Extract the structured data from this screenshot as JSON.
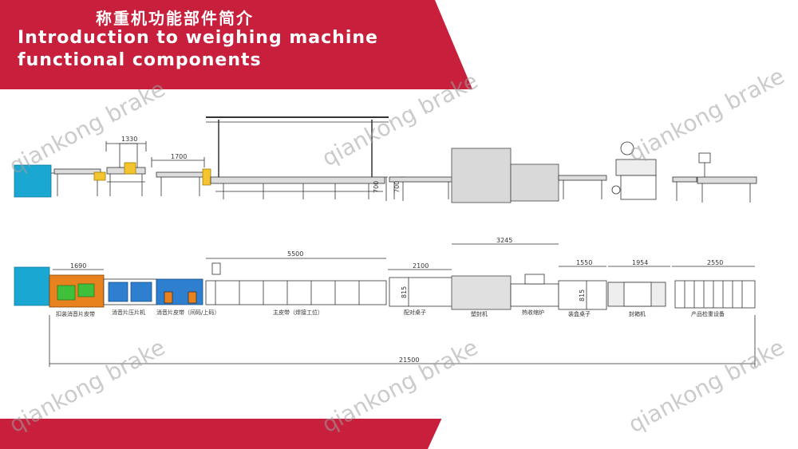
{
  "header": {
    "title_cn": "称重机功能部件简介",
    "title_en_line1": "Introduction to weighing machine",
    "title_en_line2": "functional components"
  },
  "watermark": "qiankong brake",
  "side_view": {
    "dims": {
      "d1330": "1330",
      "d1700": "1700",
      "h700a": "700",
      "h700b": "700"
    }
  },
  "top_view": {
    "dims": {
      "d1690": "1690",
      "d5500": "5500",
      "d2100": "2100",
      "d3245": "3245",
      "d1550": "1550",
      "d1954": "1954",
      "d2550": "2550",
      "h815a": "815",
      "h815b": "815",
      "total": "21500"
    },
    "labels": {
      "l1": "扣装消音片皮带",
      "l2": "消音片压片机",
      "l3": "消音片皮带（间码/上码）",
      "l4": "主皮带（焊接工位）",
      "l5": "配对桌子",
      "l6": "塑封机",
      "l7": "热收缩炉",
      "l8": "装盒桌子",
      "l9": "封箱机",
      "l10": "产品检重设备"
    }
  },
  "colors": {
    "accent": "#c8203c",
    "cyan": "#1aa7d2",
    "orange": "#e8821e",
    "green": "#3fbf3a",
    "blue": "#2f7fd0"
  }
}
